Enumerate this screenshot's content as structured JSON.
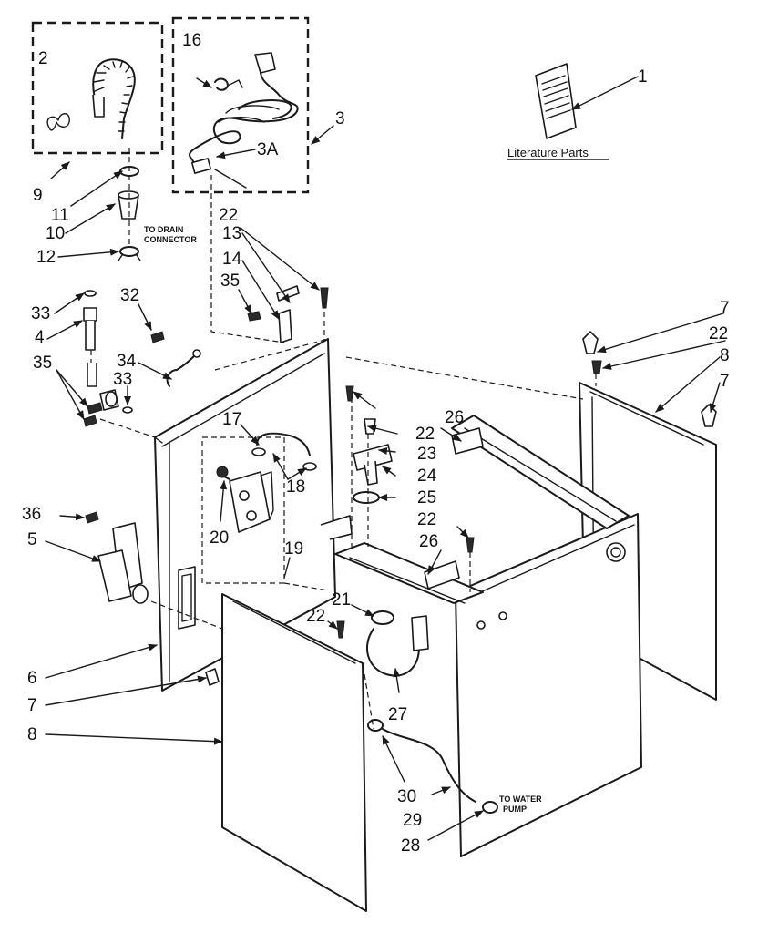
{
  "labels": {
    "literature_parts": "Literature Parts",
    "to_drain_connector_line1": "TO DRAIN",
    "to_drain_connector_line2": "CONNECTOR",
    "to_water_pump_line1": "TO WATER",
    "to_water_pump_line2": "PUMP"
  },
  "callouts": {
    "c1": "1",
    "c2": "2",
    "c3": "3",
    "c3a": "3A",
    "c4": "4",
    "c5": "5",
    "c6": "6",
    "c7a": "7",
    "c7b": "7",
    "c7c": "7",
    "c8a": "8",
    "c8b": "8",
    "c9": "9",
    "c10": "10",
    "c11": "11",
    "c12": "12",
    "c13": "13",
    "c14": "14",
    "c16": "16",
    "c17": "17",
    "c18": "18",
    "c19": "19",
    "c20": "20",
    "c21": "21",
    "c22a": "22",
    "c22b": "22",
    "c22c": "22",
    "c22d": "22",
    "c22e": "22",
    "c23": "23",
    "c24": "24",
    "c25": "25",
    "c26a": "26",
    "c26b": "26",
    "c27": "27",
    "c28": "28",
    "c29": "29",
    "c30": "30",
    "c32": "32",
    "c33a": "33",
    "c33b": "33",
    "c34": "34",
    "c35a": "35",
    "c35b": "35",
    "c36": "36"
  },
  "icons": [
    "literature-booklet-icon",
    "drain-hose-icon",
    "power-cord-icon",
    "water-valve-icon",
    "fill-hose-icon"
  ]
}
